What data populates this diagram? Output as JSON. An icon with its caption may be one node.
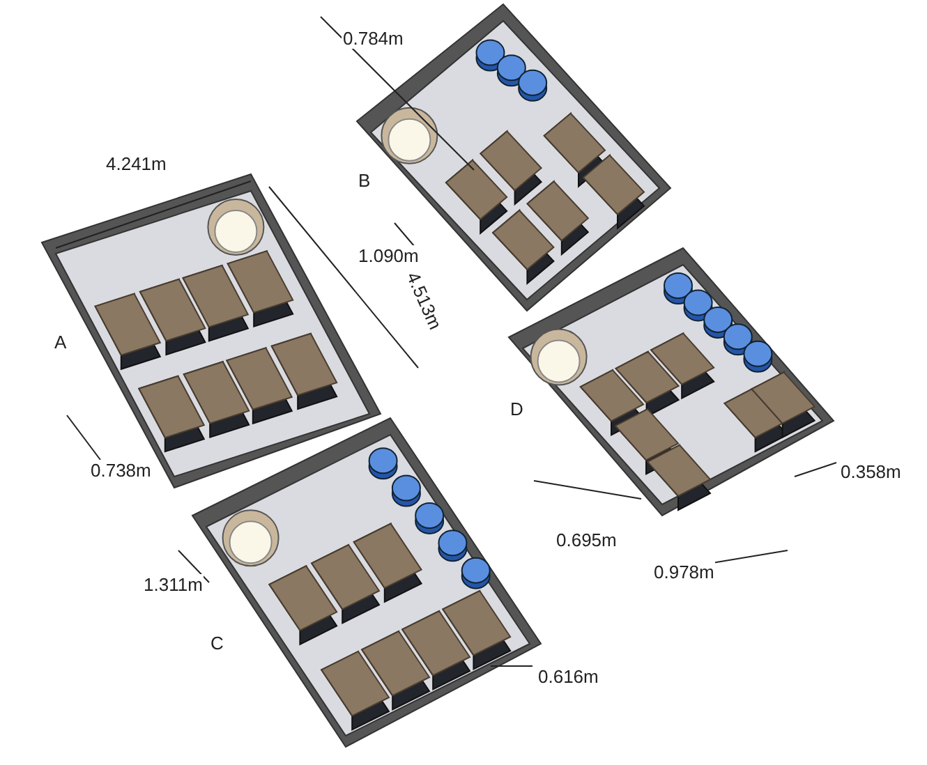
{
  "diagram": {
    "labels": [
      "0.784m",
      "B",
      "4.241m",
      "4.513m",
      "1.090m",
      "A",
      "D",
      "0.738m",
      "0.358m",
      "0.695m",
      "1.311m",
      "0.978m",
      "C",
      "0.616m"
    ]
  }
}
